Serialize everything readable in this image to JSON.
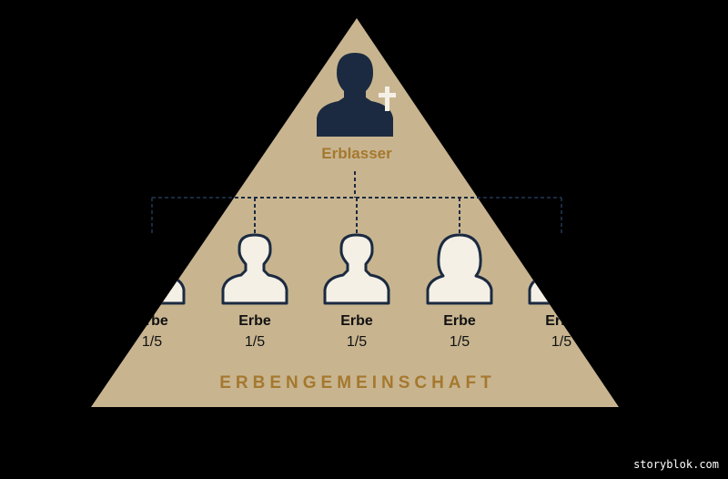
{
  "diagram": {
    "deceased_label": "Erblasser",
    "heir_label": "Erbe",
    "heir_share": "1/5",
    "community_label": "ERBENGEMEINSCHAFT",
    "watermark": "storyblok.com"
  },
  "colors": {
    "background": "#000000",
    "pyramid": "#c8b590",
    "gold_text": "#a5782e",
    "navy": "#1b2a40",
    "cream": "#f4f0e6",
    "cross": "#f4f0e6"
  },
  "heirs": [
    {
      "label": "Erbe",
      "share": "1/5",
      "gender": "female"
    },
    {
      "label": "Erbe",
      "share": "1/5",
      "gender": "male"
    },
    {
      "label": "Erbe",
      "share": "1/5",
      "gender": "male"
    },
    {
      "label": "Erbe",
      "share": "1/5",
      "gender": "female"
    },
    {
      "label": "Erbe",
      "share": "1/5",
      "gender": "female"
    }
  ]
}
